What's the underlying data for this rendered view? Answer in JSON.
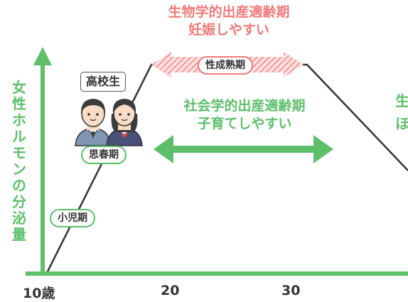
{
  "y_axis_label": "女性ホルモンの分泌量",
  "x_ticks": [
    {
      "text": "10歳"
    },
    {
      "text": "20"
    },
    {
      "text": "30"
    }
  ],
  "biological": {
    "line1": "生物学的出産適齢期",
    "line2": "妊娠しやすい",
    "stage": "性成熟期"
  },
  "social": {
    "line1": "社会学的出産適齢期",
    "line2": "子育てしやすい"
  },
  "stages": {
    "childhood": "小児期",
    "puberty": "思春期"
  },
  "speech_bubble": "高校生",
  "cutoff_right": {
    "line1": "生",
    "line2": "ほ"
  },
  "colors": {
    "green": "#5ebf6b",
    "red": "#ee7b79",
    "curve": "#333333"
  }
}
